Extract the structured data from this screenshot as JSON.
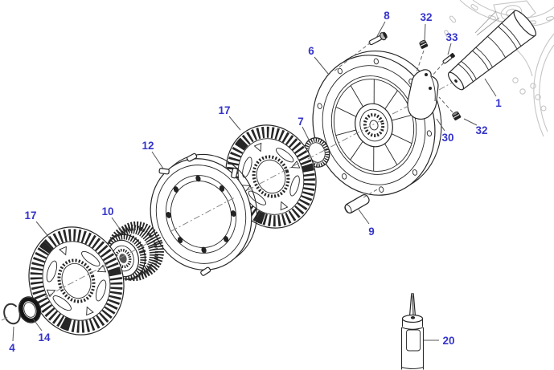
{
  "diagram": {
    "callouts": [
      {
        "text": "8"
      },
      {
        "text": "32"
      },
      {
        "text": "33"
      },
      {
        "text": "6"
      },
      {
        "text": "1"
      },
      {
        "text": "17"
      },
      {
        "text": "7"
      },
      {
        "text": "30"
      },
      {
        "text": "32"
      },
      {
        "text": "12"
      },
      {
        "text": "9"
      },
      {
        "text": "17"
      },
      {
        "text": "10"
      },
      {
        "text": "14"
      },
      {
        "text": "4"
      },
      {
        "text": "20"
      }
    ],
    "colors": {
      "callout": "#3535cb",
      "line": "#262626",
      "leader": "#555555",
      "faint_background": "#c5c5c5",
      "canvas": "#ffffff"
    }
  }
}
